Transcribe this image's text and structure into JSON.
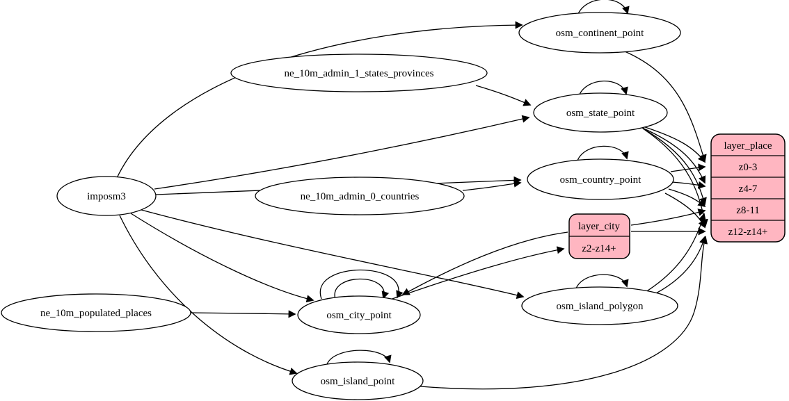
{
  "diagram": {
    "nodes": {
      "imposm3": {
        "label": "imposm3"
      },
      "ne_10m_admin_1_states_provinces": {
        "label": "ne_10m_admin_1_states_provinces"
      },
      "ne_10m_admin_0_countries": {
        "label": "ne_10m_admin_0_countries"
      },
      "ne_10m_populated_places": {
        "label": "ne_10m_populated_places"
      },
      "osm_continent_point": {
        "label": "osm_continent_point"
      },
      "osm_state_point": {
        "label": "osm_state_point"
      },
      "osm_country_point": {
        "label": "osm_country_point"
      },
      "osm_city_point": {
        "label": "osm_city_point"
      },
      "osm_island_polygon": {
        "label": "osm_island_polygon"
      },
      "osm_island_point": {
        "label": "osm_island_point"
      }
    },
    "records": {
      "layer_city": {
        "title": "layer_city",
        "rows": [
          "z2-z14+"
        ]
      },
      "layer_place": {
        "title": "layer_place",
        "rows": [
          "z0-3",
          "z4-7",
          "z8-11",
          "z12-z14+"
        ]
      }
    },
    "edges": [
      {
        "from": "imposm3",
        "to": "osm_continent_point"
      },
      {
        "from": "imposm3",
        "to": "osm_state_point"
      },
      {
        "from": "imposm3",
        "to": "osm_country_point"
      },
      {
        "from": "imposm3",
        "to": "osm_city_point"
      },
      {
        "from": "imposm3",
        "to": "osm_island_polygon"
      },
      {
        "from": "imposm3",
        "to": "osm_island_point"
      },
      {
        "from": "ne_10m_admin_1_states_provinces",
        "to": "osm_state_point"
      },
      {
        "from": "ne_10m_admin_0_countries",
        "to": "osm_country_point"
      },
      {
        "from": "ne_10m_populated_places",
        "to": "osm_city_point"
      },
      {
        "from": "osm_continent_point",
        "to": "osm_continent_point"
      },
      {
        "from": "osm_state_point",
        "to": "osm_state_point"
      },
      {
        "from": "osm_country_point",
        "to": "osm_country_point"
      },
      {
        "from": "osm_city_point",
        "to": "osm_city_point"
      },
      {
        "from": "osm_city_point",
        "to": "osm_city_point"
      },
      {
        "from": "osm_island_polygon",
        "to": "osm_island_polygon"
      },
      {
        "from": "osm_island_point",
        "to": "osm_island_point"
      },
      {
        "from": "osm_continent_point",
        "to": "layer_place",
        "to_port": "z0-3"
      },
      {
        "from": "osm_state_point",
        "to": "layer_place",
        "to_port": "z0-3"
      },
      {
        "from": "osm_state_point",
        "to": "layer_place",
        "to_port": "z4-7"
      },
      {
        "from": "osm_state_point",
        "to": "layer_place",
        "to_port": "z8-11"
      },
      {
        "from": "osm_state_point",
        "to": "layer_place",
        "to_port": "z12-z14+"
      },
      {
        "from": "osm_country_point",
        "to": "layer_place",
        "to_port": "z0-3"
      },
      {
        "from": "osm_country_point",
        "to": "layer_place",
        "to_port": "z4-7"
      },
      {
        "from": "osm_country_point",
        "to": "layer_place",
        "to_port": "z8-11"
      },
      {
        "from": "osm_country_point",
        "to": "layer_place",
        "to_port": "z12-z14+"
      },
      {
        "from": "osm_city_point",
        "to": "layer_city",
        "to_port": "z2-z14+"
      },
      {
        "from": "layer_city",
        "to": "osm_city_point"
      },
      {
        "from": "layer_city",
        "to": "layer_place",
        "to_port": "z8-11"
      },
      {
        "from": "layer_city",
        "to": "layer_place",
        "to_port": "z12-z14+"
      },
      {
        "from": "osm_island_polygon",
        "to": "layer_place",
        "to_port": "z8-11"
      },
      {
        "from": "osm_island_polygon",
        "to": "layer_place",
        "to_port": "z12-z14+"
      },
      {
        "from": "osm_island_point",
        "to": "layer_place",
        "to_port": "z12-z14+"
      }
    ],
    "colors": {
      "record_fill": "#ffb6c1",
      "node_fill": "#ffffff",
      "edge": "#000000"
    }
  }
}
